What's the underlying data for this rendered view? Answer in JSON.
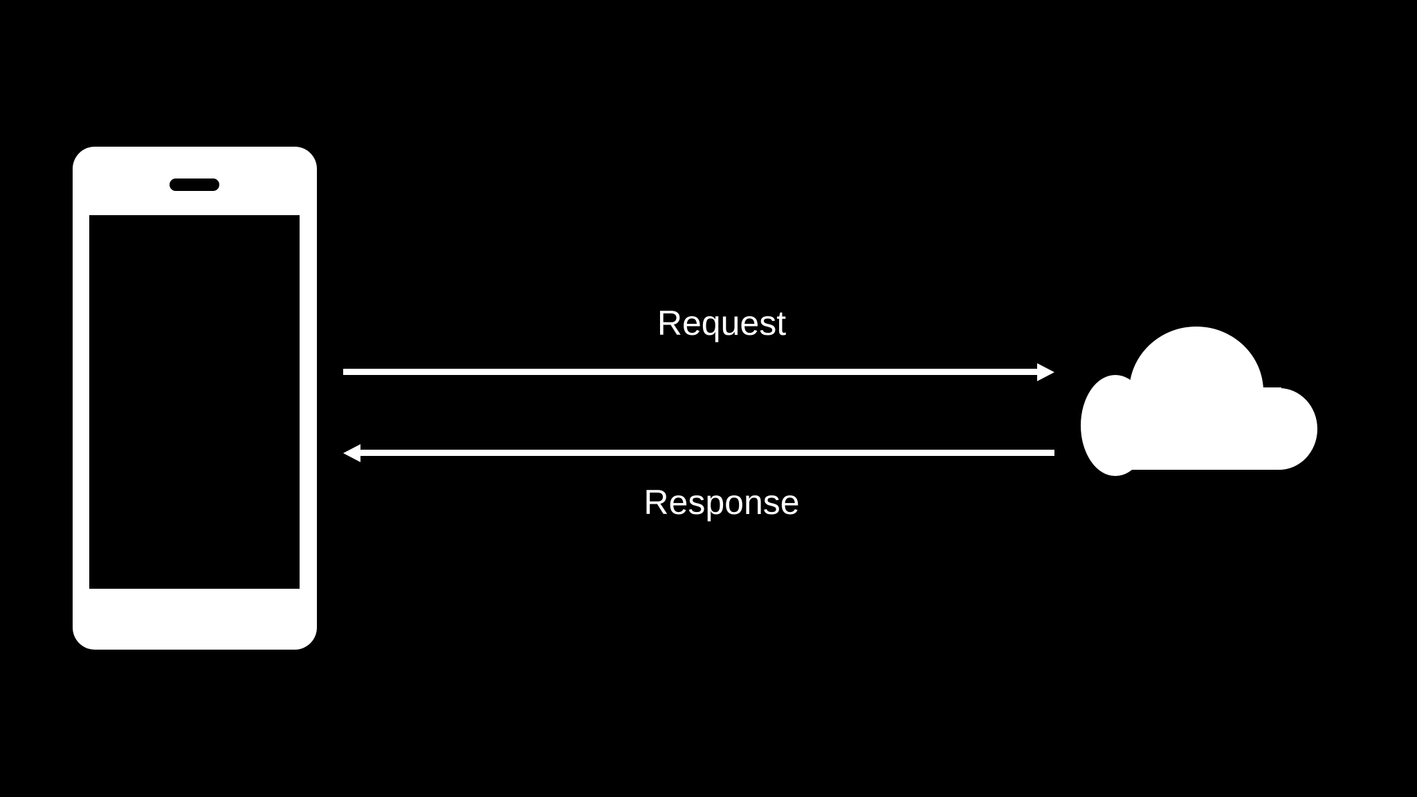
{
  "diagram": {
    "nodes": [
      {
        "id": "phone",
        "icon": "smartphone-icon"
      },
      {
        "id": "cloud",
        "icon": "cloud-icon"
      }
    ],
    "edges": [
      {
        "from": "phone",
        "to": "cloud",
        "label": "Request"
      },
      {
        "from": "cloud",
        "to": "phone",
        "label": "Response"
      }
    ]
  },
  "colors": {
    "background": "#000000",
    "foreground": "#ffffff"
  }
}
